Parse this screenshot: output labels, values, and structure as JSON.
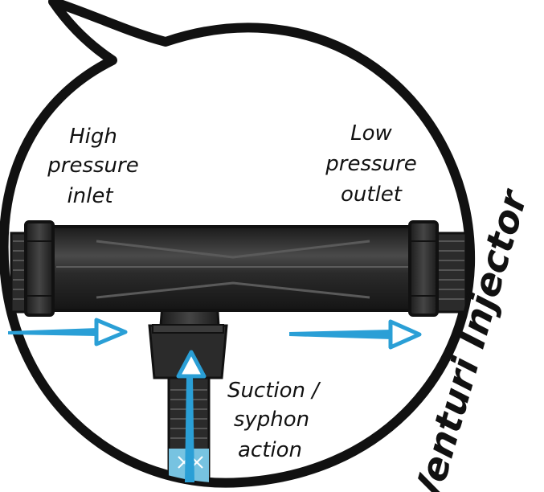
{
  "labels": {
    "inlet": [
      "High",
      "pressure",
      "inlet"
    ],
    "outlet": [
      "Low",
      "pressure",
      "outlet"
    ],
    "suction": [
      "Suction /",
      "syphon",
      "action"
    ]
  },
  "title": "Venturi Injector",
  "colors": {
    "outline": "#111111",
    "pipe_body": "#2b2b2b",
    "pipe_highlight": "#4a4a4a",
    "arrow": "#2a9fd6",
    "water": "#7fd4f5"
  },
  "icons": {
    "flow_arrow": "arrow-right-icon",
    "suction_arrow": "arrow-up-icon"
  }
}
